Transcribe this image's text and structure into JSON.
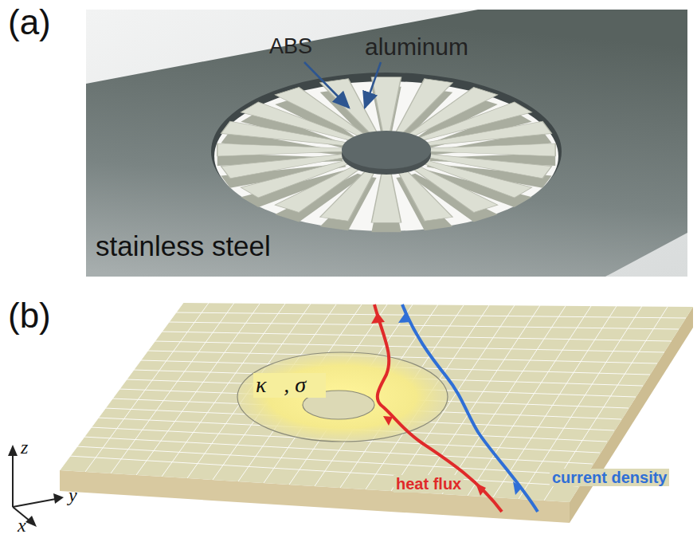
{
  "diagram": {
    "labels": [
      "(a)",
      "ABS",
      "aluminum",
      "stainless steel",
      "(b)",
      "κ⃗, σ⃗",
      "heat flux",
      "current density",
      "z",
      "y",
      "x"
    ]
  }
}
